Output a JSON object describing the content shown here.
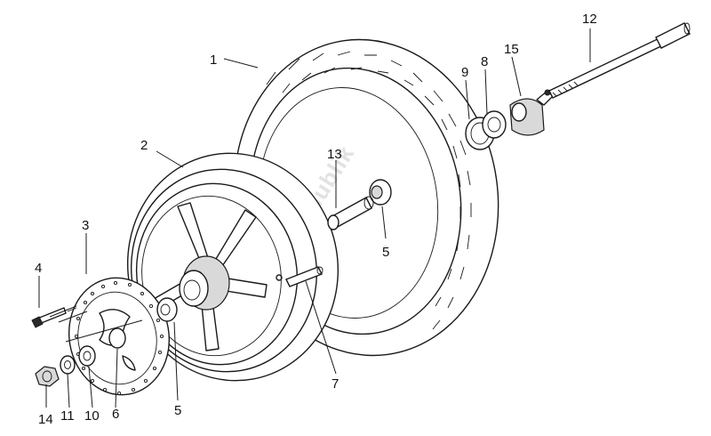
{
  "watermark": "PartsRepublik",
  "callouts": [
    "1",
    "2",
    "3",
    "4",
    "5",
    "6",
    "7",
    "8",
    "9",
    "10",
    "11",
    "12",
    "13",
    "14",
    "15",
    "5"
  ]
}
